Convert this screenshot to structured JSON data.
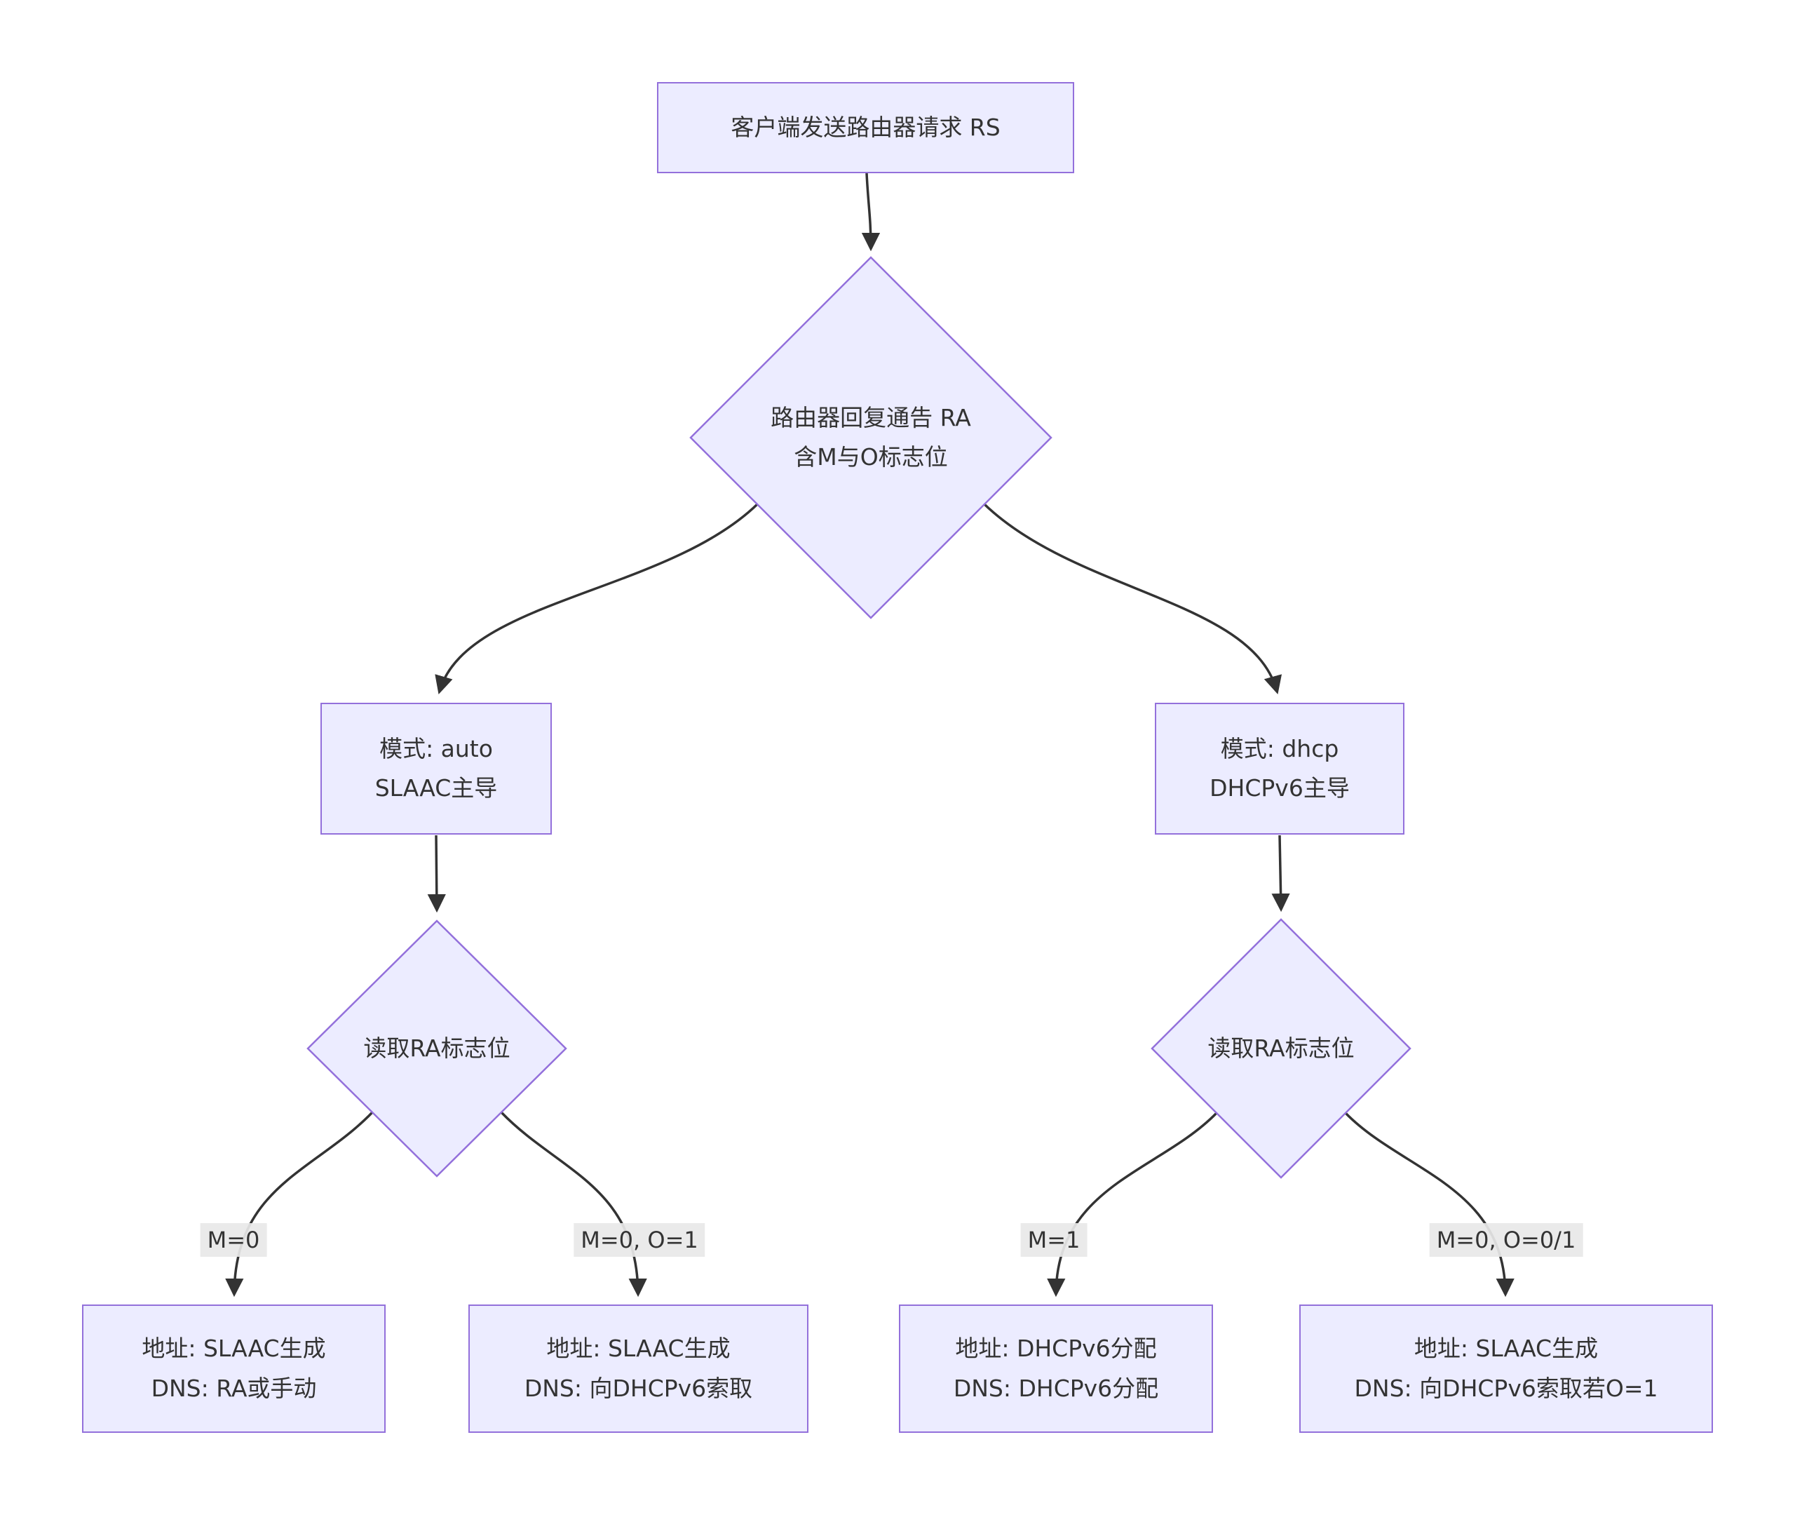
{
  "diagram": {
    "title_hint": "IPv6 RA / SLAAC / DHCPv6 decision flowchart",
    "colors": {
      "background": "#FFFFFF",
      "node_fill": "#ECECFF",
      "node_border": "#9370DB",
      "edge_color": "#333333",
      "text_color": "#333333",
      "edge_label_bg": "#E8E8E8"
    },
    "nodes": {
      "rs": {
        "label": "客户端发送路由器请求 RS"
      },
      "ra": {
        "line1": "路由器回复通告 RA",
        "line2": "含M与O标志位"
      },
      "mode_auto": {
        "line1": "模式: auto",
        "line2": "SLAAC主导"
      },
      "mode_dhcp": {
        "line1": "模式: dhcp",
        "line2": "DHCPv6主导"
      },
      "read_left": {
        "label": "读取RA标志位"
      },
      "read_right": {
        "label": "读取RA标志位"
      },
      "result1": {
        "line1": "地址: SLAAC生成",
        "line2": "DNS: RA或手动"
      },
      "result2": {
        "line1": "地址: SLAAC生成",
        "line2": "DNS: 向DHCPv6索取"
      },
      "result3": {
        "line1": "地址: DHCPv6分配",
        "line2": "DNS: DHCPv6分配"
      },
      "result4": {
        "line1": "地址: SLAAC生成",
        "line2": "DNS: 向DHCPv6索取若O=1"
      }
    },
    "edge_labels": {
      "m0": "M=0",
      "m0_o1": "M=0, O=1",
      "m1": "M=1",
      "m0_o01": "M=0, O=0/1"
    }
  }
}
